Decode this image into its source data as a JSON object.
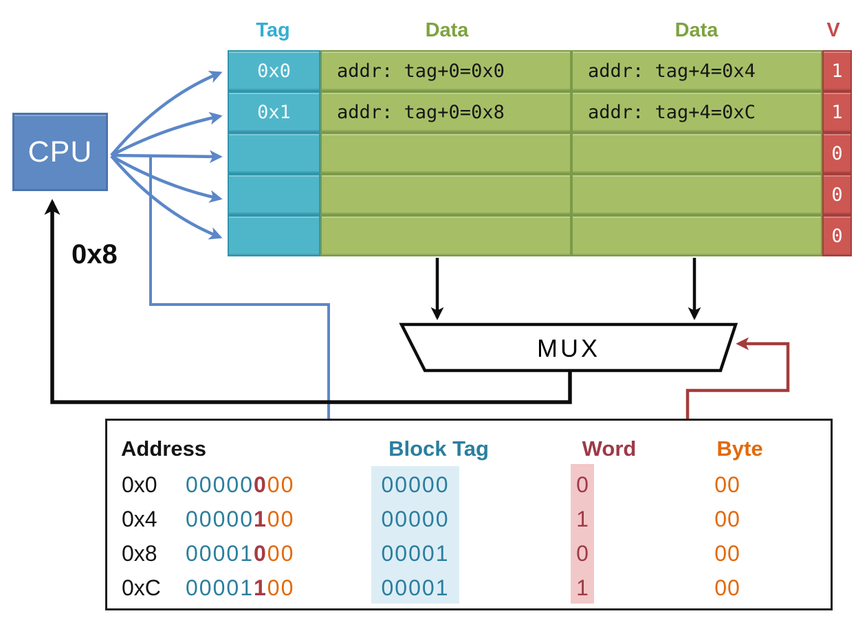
{
  "cpu_label": "CPU",
  "request_address": "0x8",
  "mux_label": "MUX",
  "cache_table": {
    "header_tag": "Tag",
    "header_data1": "Data",
    "header_data2": "Data",
    "header_valid": "V",
    "rows": [
      {
        "tag": "0x0",
        "data1": "addr: tag+0=0x0",
        "data2": "addr: tag+4=0x4",
        "valid": "1"
      },
      {
        "tag": "0x1",
        "data1": "addr: tag+0=0x8",
        "data2": "addr: tag+4=0xC",
        "valid": "1"
      },
      {
        "tag": "",
        "data1": "",
        "data2": "",
        "valid": "0"
      },
      {
        "tag": "",
        "data1": "",
        "data2": "",
        "valid": "0"
      },
      {
        "tag": "",
        "data1": "",
        "data2": "",
        "valid": "0"
      }
    ]
  },
  "address_table": {
    "header_address": "Address",
    "header_block_tag": "Block Tag",
    "header_word": "Word",
    "header_byte": "Byte",
    "rows": [
      {
        "address": "0x0",
        "addr_tag_bits": "00000",
        "addr_word_bit": "0",
        "addr_byte_bits": "00",
        "block_tag": "00000",
        "word": "0",
        "byte": "00"
      },
      {
        "address": "0x4",
        "addr_tag_bits": "00000",
        "addr_word_bit": "1",
        "addr_byte_bits": "00",
        "block_tag": "00000",
        "word": "1",
        "byte": "00"
      },
      {
        "address": "0x8",
        "addr_tag_bits": "00001",
        "addr_word_bit": "0",
        "addr_byte_bits": "00",
        "block_tag": "00001",
        "word": "0",
        "byte": "00"
      },
      {
        "address": "0xC",
        "addr_tag_bits": "00001",
        "addr_word_bit": "1",
        "addr_byte_bits": "00",
        "block_tag": "00001",
        "word": "1",
        "byte": "00"
      }
    ]
  },
  "colors": {
    "tag_fill": "#4fb6ca",
    "tag_border": "#2f95aa",
    "tag_header_text": "#35aed2",
    "data_fill": "#a6bf66",
    "data_border": "#7b9a49",
    "data_header_text": "#7da33f",
    "valid_fill": "#cd5753",
    "valid_border": "#a23e3b",
    "valid_header_text": "#c64a4a",
    "cpu_fill": "#5e89c2",
    "blue_wire": "#5b87c8",
    "dark_red_wire": "#a43c3c",
    "teal_bits_text": "#2b7e9d",
    "word_bits_text": "#a53b44",
    "byte_bits_text": "#e2690b",
    "block_tag_highlight": "#ddedf6",
    "word_highlight": "#f2c7c7"
  }
}
